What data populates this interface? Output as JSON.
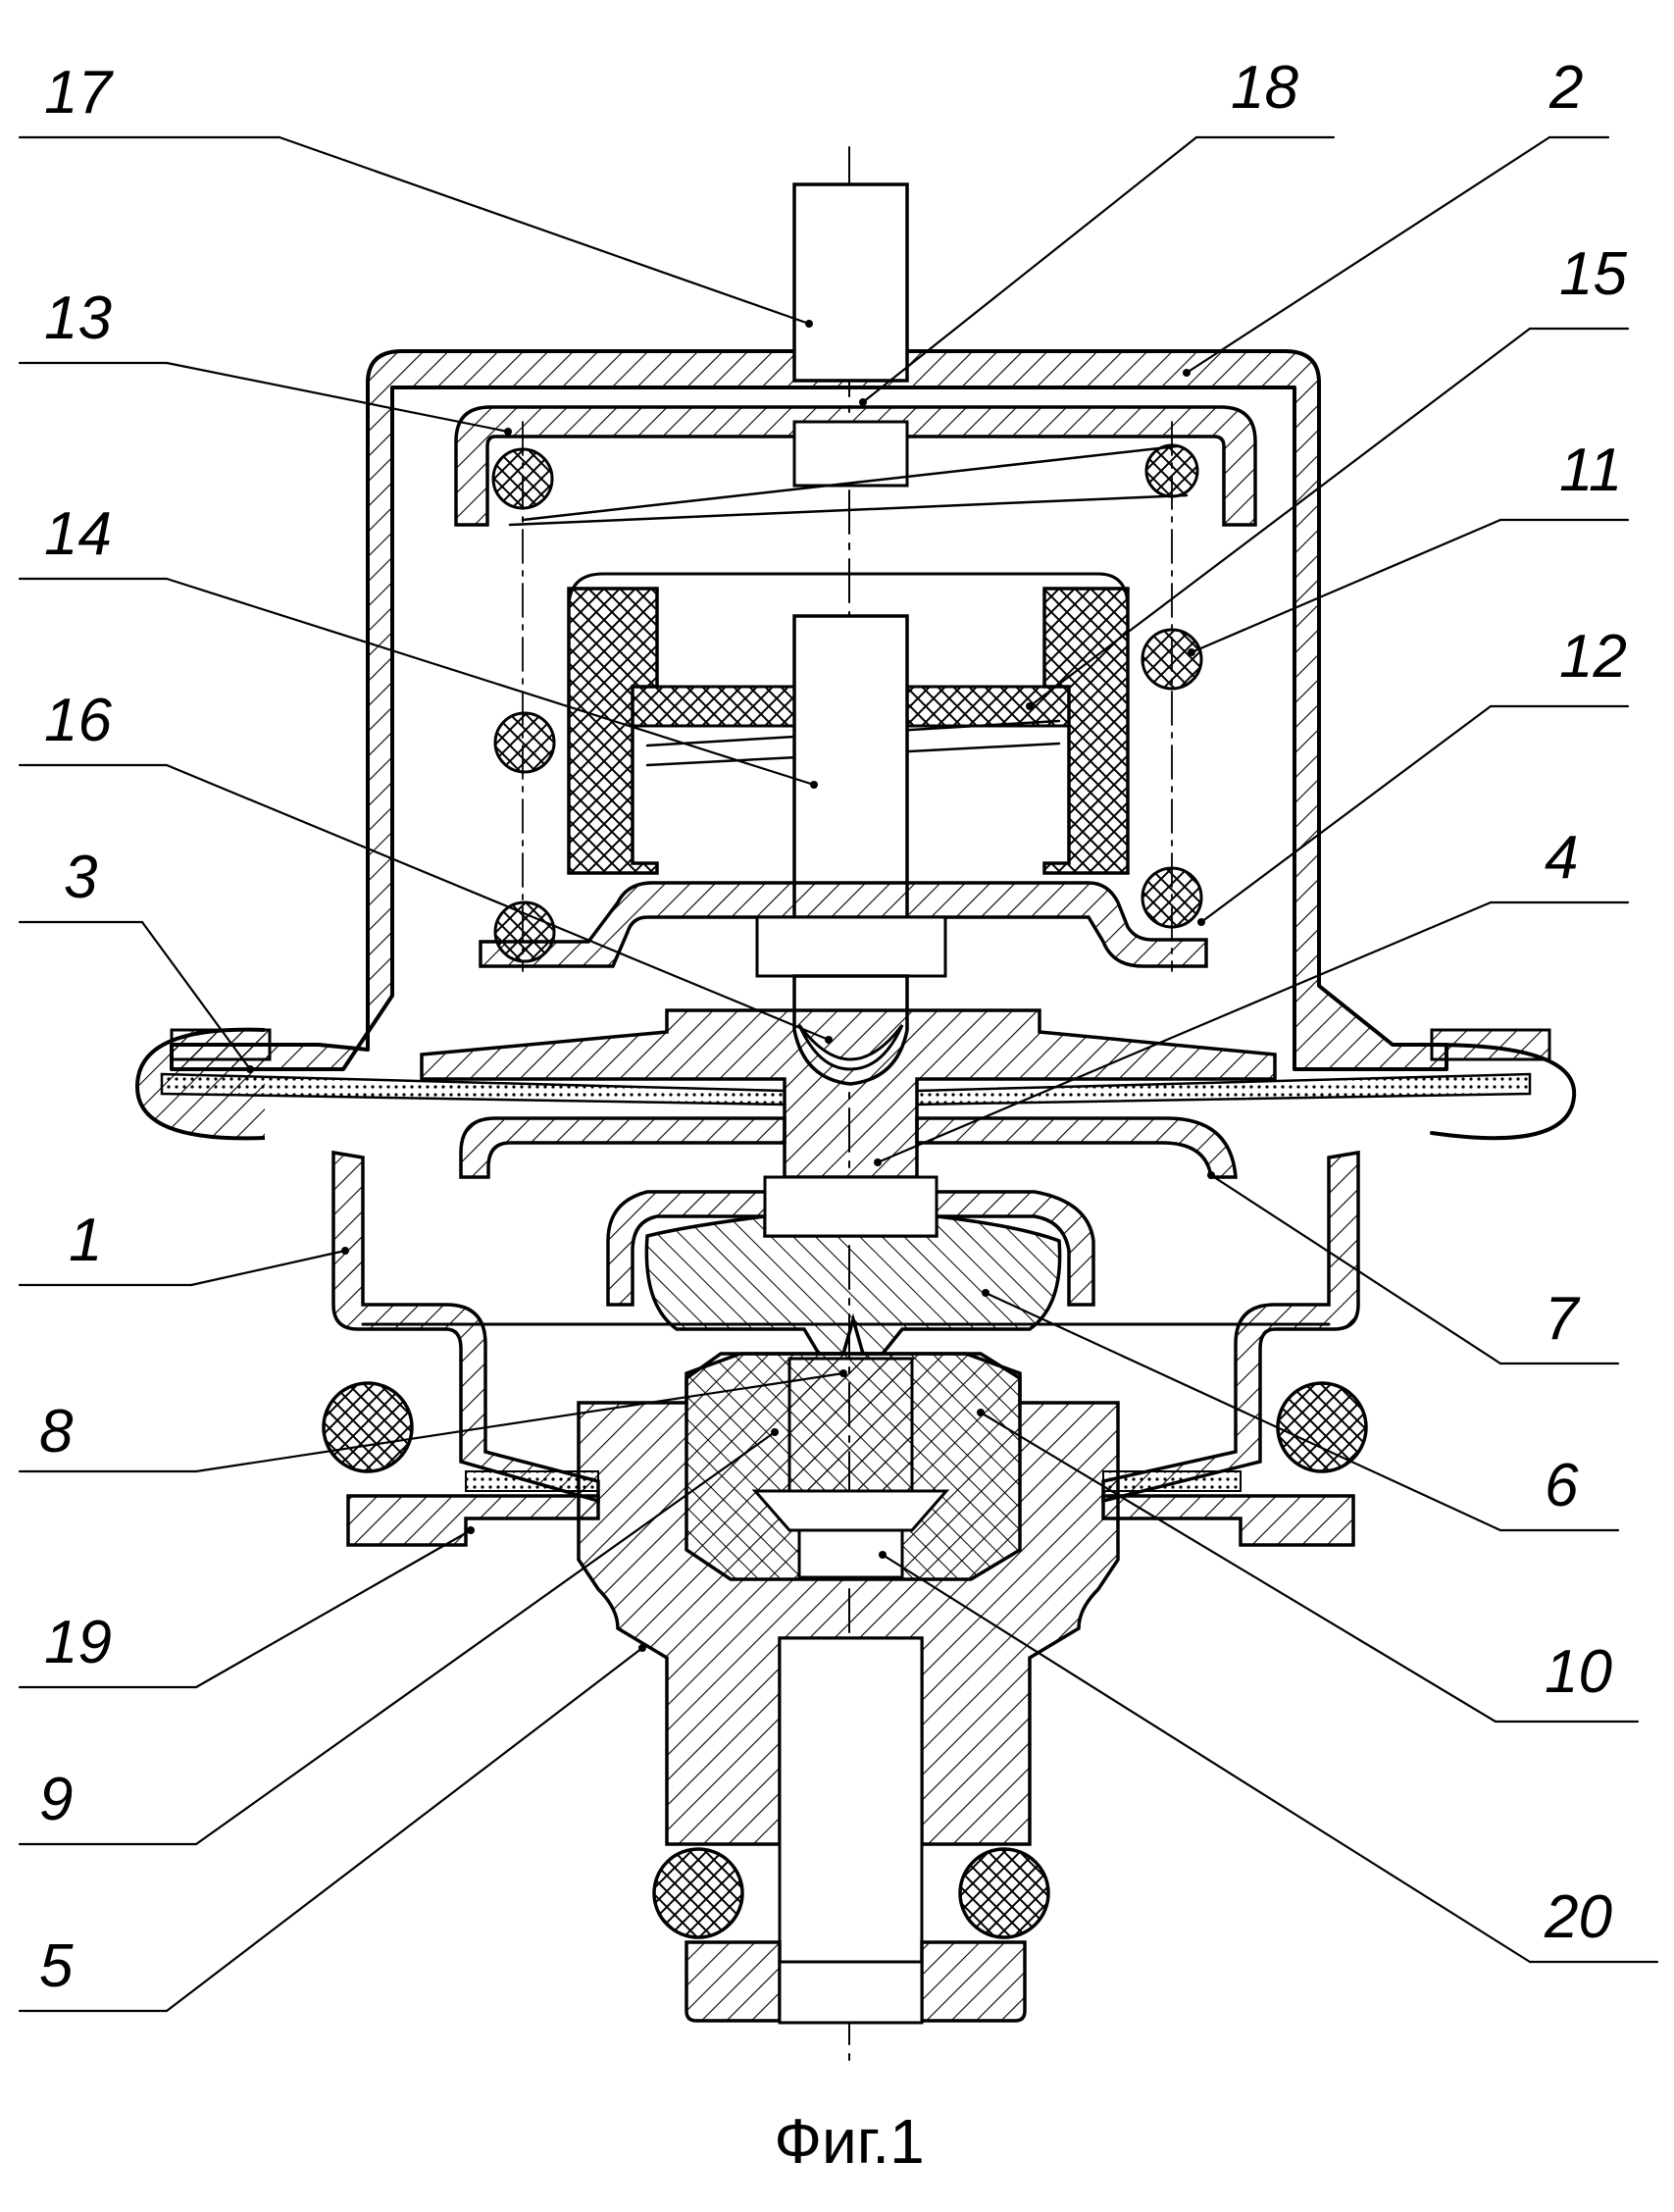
{
  "figure": {
    "caption": "Фиг.1",
    "callouts": [
      {
        "id": "c17",
        "text": "17",
        "side": "left"
      },
      {
        "id": "c18",
        "text": "18",
        "side": "right"
      },
      {
        "id": "c2",
        "text": "2",
        "side": "right"
      },
      {
        "id": "c13",
        "text": "13",
        "side": "left"
      },
      {
        "id": "c15",
        "text": "15",
        "side": "right"
      },
      {
        "id": "c11",
        "text": "11",
        "side": "right"
      },
      {
        "id": "c14",
        "text": "14",
        "side": "left"
      },
      {
        "id": "c12",
        "text": "12",
        "side": "right"
      },
      {
        "id": "c16",
        "text": "16",
        "side": "left"
      },
      {
        "id": "c3",
        "text": "3",
        "side": "left"
      },
      {
        "id": "c4",
        "text": "4",
        "side": "right"
      },
      {
        "id": "c1",
        "text": "1",
        "side": "left"
      },
      {
        "id": "c7",
        "text": "7",
        "side": "right"
      },
      {
        "id": "c8",
        "text": "8",
        "side": "left"
      },
      {
        "id": "c6",
        "text": "6",
        "side": "right"
      },
      {
        "id": "c19",
        "text": "19",
        "side": "left"
      },
      {
        "id": "c10",
        "text": "10",
        "side": "right"
      },
      {
        "id": "c9",
        "text": "9",
        "side": "left"
      },
      {
        "id": "c20",
        "text": "20",
        "side": "right"
      },
      {
        "id": "c5",
        "text": "5",
        "side": "left"
      }
    ]
  }
}
